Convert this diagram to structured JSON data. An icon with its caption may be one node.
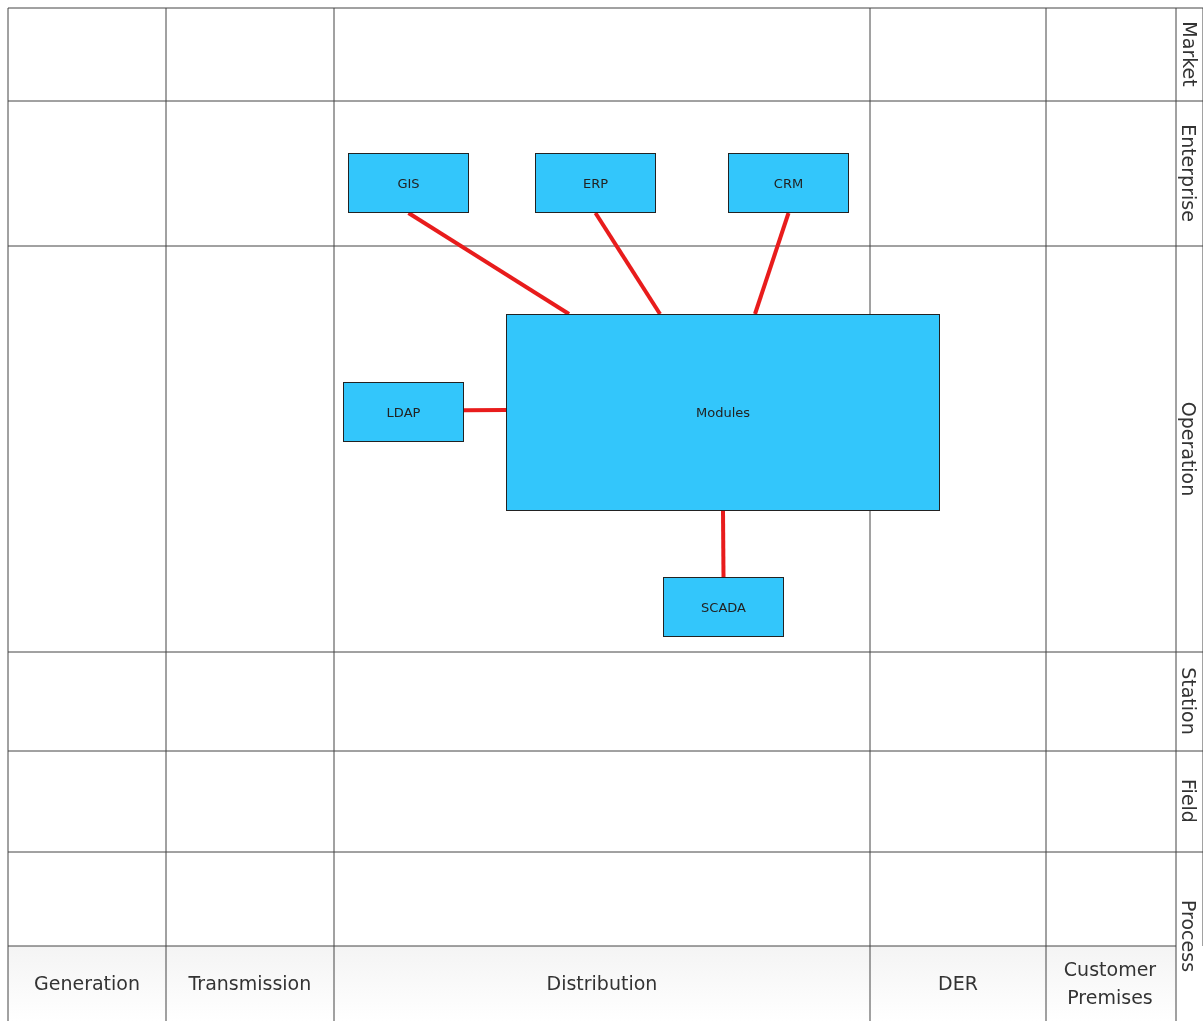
{
  "diagram": {
    "nodes": [
      {
        "text": [
          "GIS"
        ]
      },
      {
        "text": [
          "ERP"
        ]
      },
      {
        "text": [
          "CRM"
        ]
      },
      {
        "text": [
          "LDAP"
        ]
      },
      {
        "text": [
          "Modules"
        ]
      },
      {
        "text": [
          "SCADA"
        ]
      }
    ],
    "edges": [
      {
        "from": 0,
        "to": 4,
        "arrow": "none"
      },
      {
        "from": 1,
        "to": 4,
        "arrow": "none"
      },
      {
        "from": 2,
        "to": 4,
        "arrow": "none"
      },
      {
        "from": 3,
        "to": 4,
        "arrow": "none"
      },
      {
        "from": 4,
        "to": 5,
        "arrow": "none"
      }
    ],
    "labels": [
      "Market",
      "Enterprise",
      "Operation",
      "Station",
      "Field",
      "Process",
      "Generation",
      "Transmission",
      "Distribution",
      "DER",
      "Customer Premises"
    ]
  }
}
